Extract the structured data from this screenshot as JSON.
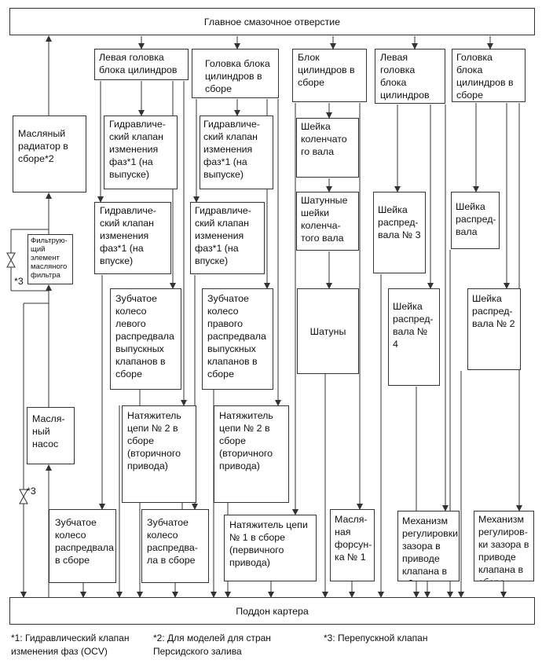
{
  "diagram": {
    "top_bar": "Главное смазочное отверстие",
    "bottom_bar": "Поддон картера",
    "left": {
      "oil_cooler": "Масляный радиатор в сборе*2",
      "filter": "Фильтрую-\nщий элемент масляного фильтра",
      "oil_pump": "Масля-\nный насос",
      "valve_mark_1": "*3",
      "valve_mark_2": "*3"
    },
    "col1": {
      "head": "Левая головка блока цилиндров",
      "ocv_exhaust": "Гидравличе-\nский клапан изменения фаз*1 (на выпуске)",
      "ocv_intake": "Гидравличе-\nский клапан изменения фаз*1 (на впуске)",
      "exhaust_gear": "Зубчатое колесо левого распредвала выпускных клапанов в сборе",
      "tensioner_2": "Натяжитель цепи № 2 в сборе (вторичного привода)",
      "cam_gear": "Зубчатое колесо распредвала в сборе"
    },
    "col2": {
      "head": "Головка блока цилиндров в сборе",
      "ocv_exhaust": "Гидравличе-\nский клапан изменения фаз*1 (на выпуске)",
      "ocv_intake": "Гидравличе-\nский клапан изменения фаз*1 (на впуске)",
      "exhaust_gear": "Зубчатое колесо правого распредвала выпускных клапанов в сборе",
      "tensioner_2": "Натяжитель цепи № 2 в сборе (вторичного привода)",
      "cam_gear": "Зубчатое колесо распредва-\nла в сборе",
      "tensioner_1": "Натяжитель цепи № 1 в сборе (первичного привода)"
    },
    "col3": {
      "block": "Блок цилиндров в сборе",
      "crank_journal": "Шейка коленчато го вала",
      "crank_pins": "Шатунные шейки коленча-\nтого вала",
      "conrods": "Шатуны",
      "oil_jet": "Масля-\nная форсун-\nка № 1"
    },
    "col4": {
      "head": "Левая головка блока цилиндров",
      "journal_3": "Шейка распред-\nвала № 3",
      "journal_4": "Шейка распред-\nвала № 4",
      "lash_adjuster": "Механизм регулировки зазора в приводе клапана в сборе"
    },
    "col5": {
      "head": "Головка блока цилиндров в сборе",
      "journal": "Шейка распред-\nвала",
      "journal_2": "Шейка распред-\nвала № 2",
      "lash_adjuster": "Механизм регулиров-\nки зазора в приводе клапана в сборе"
    },
    "footnotes": {
      "n1": "*1: Гидравлический клапан изменения фаз (OCV)",
      "n2": "*2: Для моделей для стран Персидского залива",
      "n3": "*3: Перепускной клапан"
    }
  }
}
